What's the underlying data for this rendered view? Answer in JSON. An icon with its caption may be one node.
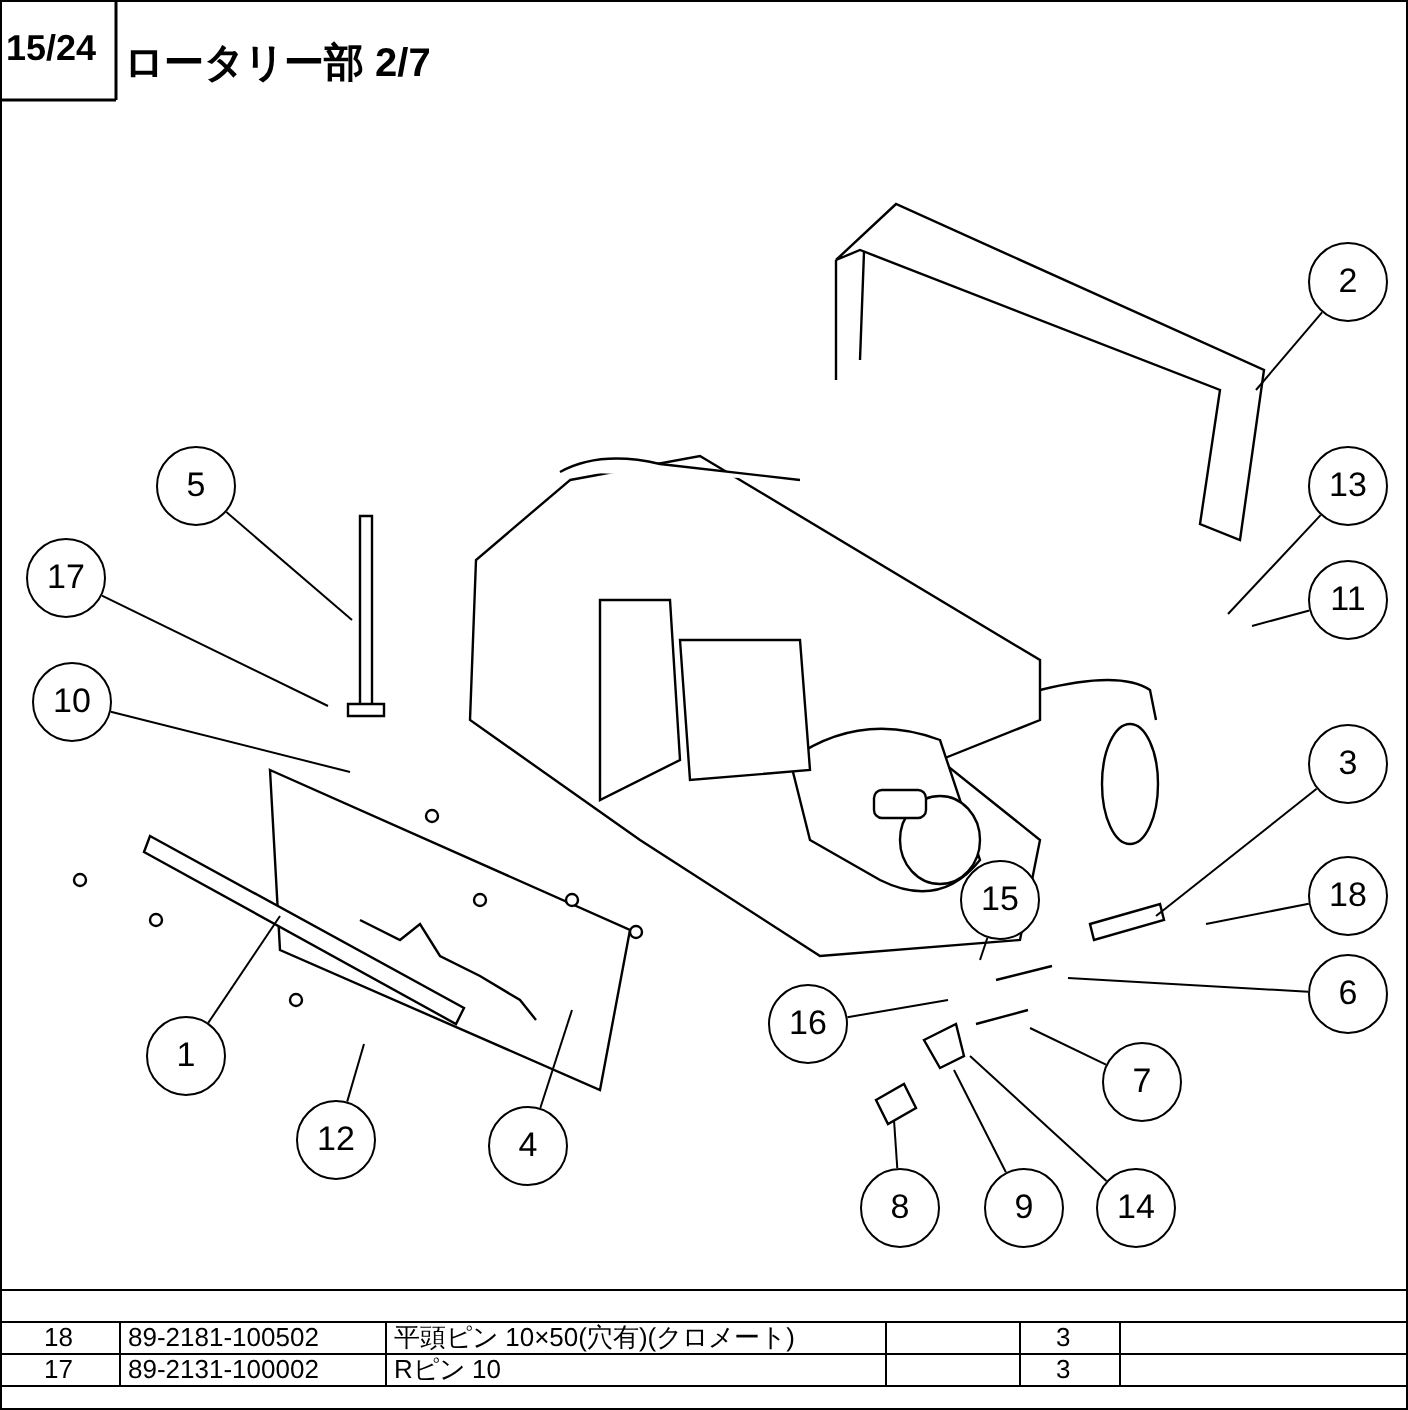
{
  "diagram": {
    "title": "ロータリー部 2/7",
    "nodes": [
      {
        "text": [
          "2"
        ]
      },
      {
        "text": [
          "5"
        ]
      },
      {
        "text": [
          "13"
        ]
      },
      {
        "text": [
          "17"
        ]
      },
      {
        "text": [
          "11"
        ]
      },
      {
        "text": [
          "10"
        ]
      },
      {
        "text": [
          "3"
        ]
      },
      {
        "text": [
          "18"
        ]
      },
      {
        "text": [
          "15"
        ]
      },
      {
        "text": [
          "6"
        ]
      },
      {
        "text": [
          "16"
        ]
      },
      {
        "text": [
          "1"
        ]
      },
      {
        "text": [
          "7"
        ]
      },
      {
        "text": [
          "12"
        ]
      },
      {
        "text": [
          "4"
        ]
      },
      {
        "text": [
          "8"
        ]
      },
      {
        "text": [
          "9"
        ]
      },
      {
        "text": [
          "14"
        ]
      }
    ],
    "edges": [
      {
        "from": 0,
        "to": null,
        "arrow": "none"
      },
      {
        "from": 1,
        "to": null,
        "arrow": "none"
      },
      {
        "from": 2,
        "to": null,
        "arrow": "none"
      },
      {
        "from": 3,
        "to": null,
        "arrow": "none"
      },
      {
        "from": 4,
        "to": null,
        "arrow": "none"
      },
      {
        "from": 5,
        "to": null,
        "arrow": "none"
      },
      {
        "from": 6,
        "to": null,
        "arrow": "none"
      },
      {
        "from": 7,
        "to": null,
        "arrow": "none"
      },
      {
        "from": 8,
        "to": null,
        "arrow": "none"
      },
      {
        "from": 9,
        "to": null,
        "arrow": "none"
      },
      {
        "from": 10,
        "to": null,
        "arrow": "none"
      },
      {
        "from": 11,
        "to": null,
        "arrow": "none"
      },
      {
        "from": 12,
        "to": null,
        "arrow": "none"
      },
      {
        "from": 13,
        "to": null,
        "arrow": "none"
      },
      {
        "from": 14,
        "to": null,
        "arrow": "none"
      },
      {
        "from": 15,
        "to": null,
        "arrow": "none"
      },
      {
        "from": 16,
        "to": null,
        "arrow": "none"
      },
      {
        "from": 17,
        "to": null,
        "arrow": "none"
      }
    ],
    "labels": [
      "15/24",
      "18",
      "89-2181-100502",
      "平頭ピン 10×50(穴有)(クロメート)",
      "3",
      "17",
      "89-2131-100002",
      "Rピン 10",
      "3"
    ]
  }
}
